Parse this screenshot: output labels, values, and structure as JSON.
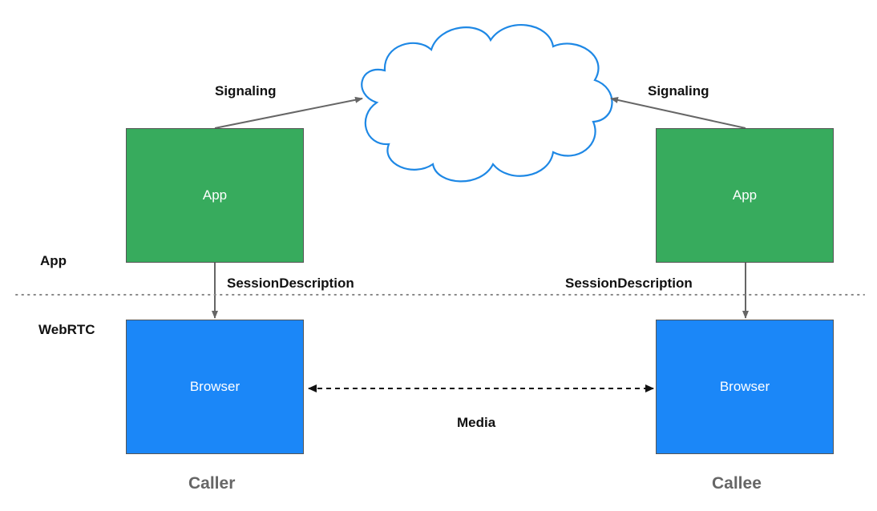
{
  "layers": {
    "app": "App",
    "webrtc": "WebRTC"
  },
  "caller": {
    "app": "App",
    "browser": "Browser",
    "role": "Caller",
    "signaling": "Signaling",
    "session": "SessionDescription"
  },
  "callee": {
    "app": "App",
    "browser": "Browser",
    "role": "Callee",
    "signaling": "Signaling",
    "session": "SessionDescription"
  },
  "media": "Media",
  "colors": {
    "app": "#37ab5d",
    "browser": "#1b87f8",
    "cloud_stroke": "#1e88e5",
    "arrow": "#666666"
  }
}
